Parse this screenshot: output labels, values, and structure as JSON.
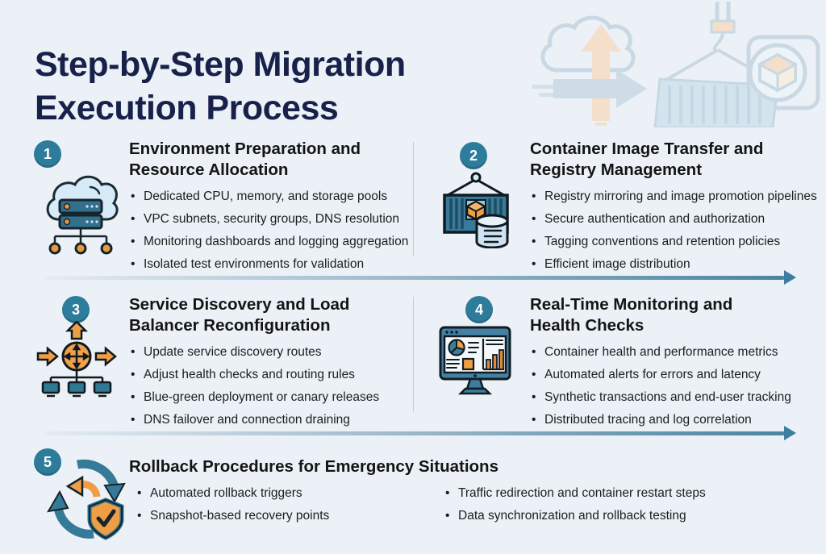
{
  "header": {
    "title_line1": "Step-by-Step Migration",
    "title_line2": "Execution Process",
    "decoration_icon": "cloud-to-container-migration-illustration"
  },
  "colors": {
    "background": "#ebf1f7",
    "title_navy": "#18214a",
    "badge_teal": "#2e7c9c",
    "accent_teal": "#3a7a99",
    "accent_orange": "#ef9e45",
    "arrow_teal": "#4a84a2",
    "body_text": "#1d1d1d"
  },
  "steps": [
    {
      "number": "1",
      "icon": "cloud-servers-icon",
      "title": "Environment Preparation and Resource Allocation",
      "bullets": [
        "Dedicated CPU, memory, and storage pools",
        "VPC subnets, security groups, DNS resolution",
        "Monitoring dashboards and logging aggregation",
        "Isolated test environments for validation"
      ]
    },
    {
      "number": "2",
      "icon": "container-registry-database-icon",
      "title": "Container Image Transfer and Registry Management",
      "bullets": [
        "Registry mirroring and image promotion pipelines",
        "Secure authentication and authorization",
        "Tagging conventions and retention policies",
        "Efficient image distribution"
      ]
    },
    {
      "number": "3",
      "icon": "load-balancer-routing-icon",
      "title": "Service Discovery and Load Balancer Reconfiguration",
      "bullets": [
        "Update service discovery routes",
        "Adjust health checks and routing rules",
        "Blue-green deployment or canary releases",
        "DNS failover and connection draining"
      ]
    },
    {
      "number": "4",
      "icon": "monitoring-dashboard-icon",
      "title": "Real-Time Monitoring and Health Checks",
      "bullets": [
        "Container health and performance metrics",
        "Automated alerts for errors and latency",
        "Synthetic transactions and end-user tracking",
        "Distributed tracing and log correlation"
      ]
    },
    {
      "number": "5",
      "icon": "rollback-cycle-shield-icon",
      "title": "Rollback Procedures for Emergency Situations",
      "bullets_left": [
        "Automated rollback triggers",
        "Snapshot-based recovery points"
      ],
      "bullets_right": [
        "Traffic redirection and container restart steps",
        "Data synchronization and rollback testing"
      ]
    }
  ]
}
